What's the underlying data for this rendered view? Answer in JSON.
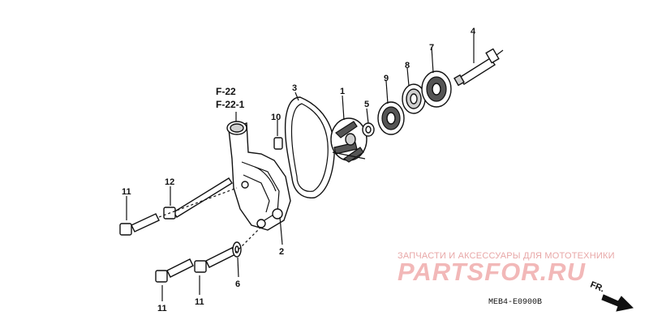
{
  "refs": [
    "F-22",
    "F-22-1"
  ],
  "callouts": {
    "c1": "1",
    "c2": "2",
    "c3": "3",
    "c4": "4",
    "c5": "5",
    "c6": "6",
    "c7": "7",
    "c8": "8",
    "c9": "9",
    "c10": "10",
    "c11a": "11",
    "c11b": "11",
    "c11c": "11",
    "c12": "12"
  },
  "watermark": {
    "tagline": "ЗАПЧАСТИ И АКСЕССУАРЫ ДЛЯ МОТОТЕХНИКИ",
    "brand": "PARTSFOR.RU",
    "brand_color": "#f2b8b8"
  },
  "direction_label": "FR.",
  "diagram_code": "MEB4-E0900B"
}
